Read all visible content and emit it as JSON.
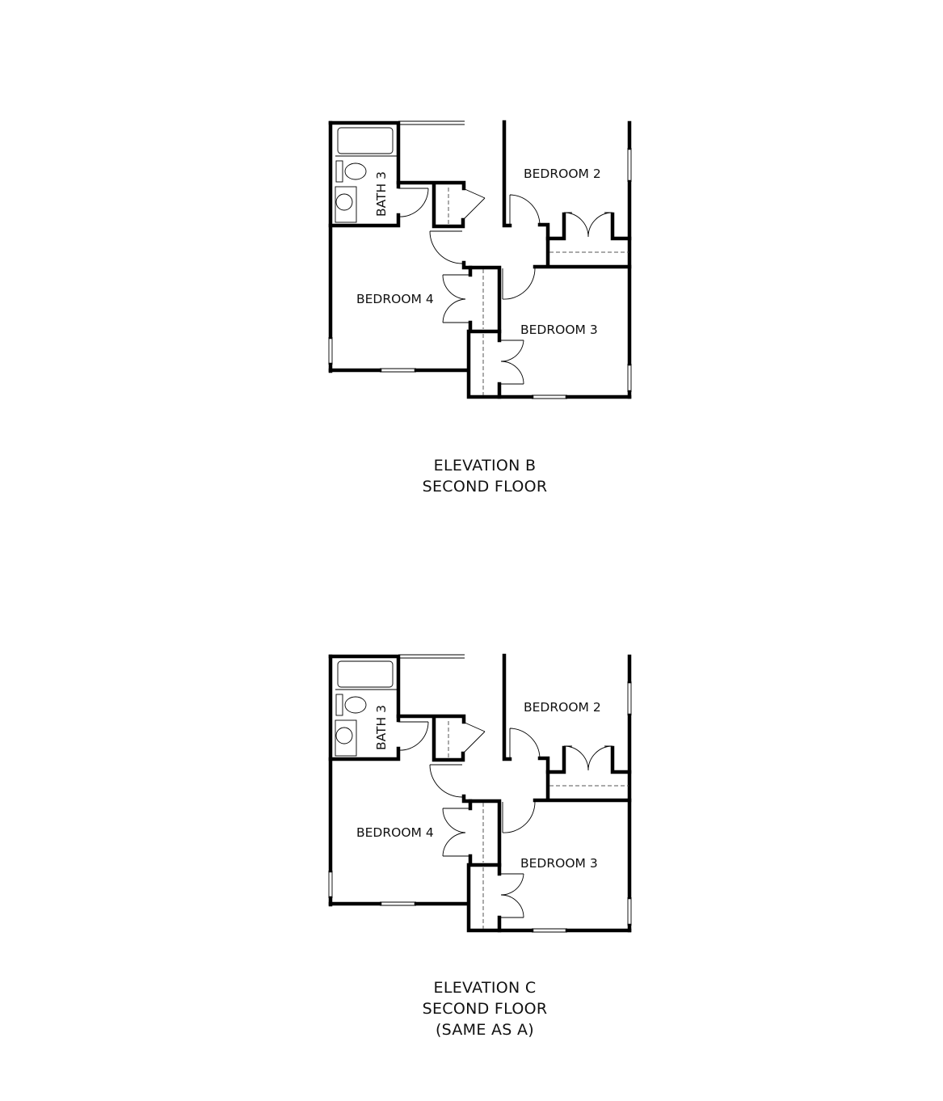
{
  "plans": [
    {
      "rooms": {
        "bedroom2": "BEDROOM 2",
        "bedroom3": "BEDROOM 3",
        "bedroom4": "BEDROOM 4",
        "bath3": "BATH 3"
      },
      "caption": {
        "line1": "ELEVATION B",
        "line2": "SECOND FLOOR"
      }
    },
    {
      "rooms": {
        "bedroom2": "BEDROOM 2",
        "bedroom3": "BEDROOM 3",
        "bedroom4": "BEDROOM 4",
        "bath3": "BATH 3"
      },
      "caption": {
        "line1": "ELEVATION C",
        "line2": "SECOND FLOOR",
        "line3": "(SAME AS A)"
      }
    }
  ]
}
